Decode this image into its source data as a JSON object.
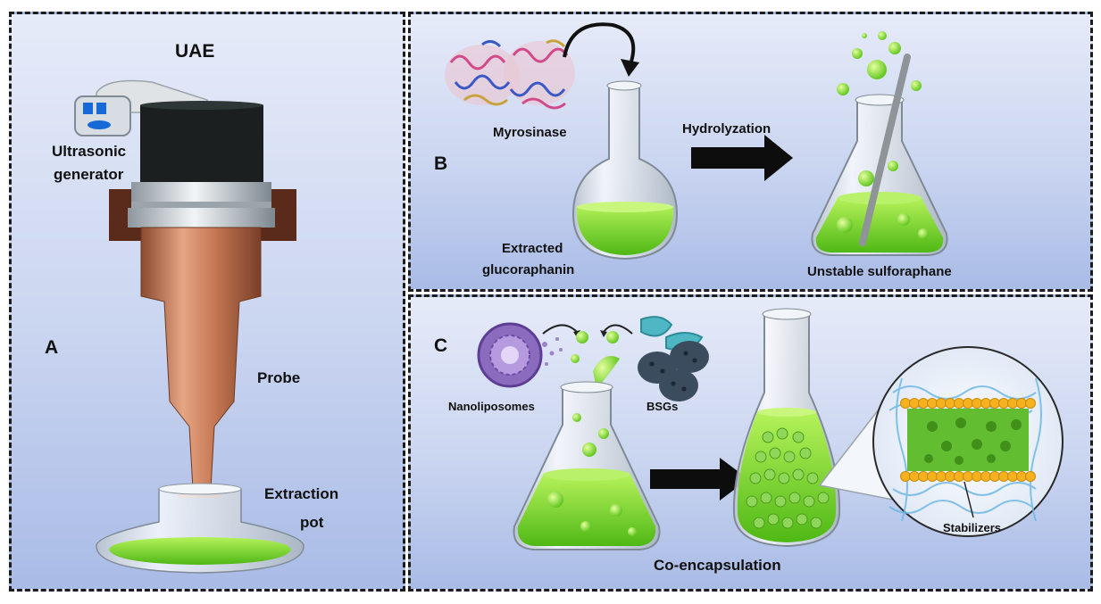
{
  "panel_a": {
    "letter": "A",
    "title": "UAE",
    "generator_label_line1": "Ultrasonic",
    "generator_label_line2": "generator",
    "probe_label": "Probe",
    "pot_label_line1": "Extraction",
    "pot_label_line2": "pot"
  },
  "panel_b": {
    "letter": "B",
    "enzyme_label": "Myrosinase",
    "arrow_label": "Hydrolyzation",
    "source_label_line1": "Extracted",
    "source_label_line2": "glucoraphanin",
    "product_label": "Unstable sulforaphane"
  },
  "panel_c": {
    "letter": "C",
    "carrier_label": "Nanoliposomes",
    "bsg_label": "BSGs",
    "process_label": "Co-encapsulation",
    "zoom_label": "Stabilizers"
  },
  "colors": {
    "liquid_green": "#7fdc2a",
    "copper": "#c77a55",
    "border": "#1c1c1c",
    "lipid_orange": "#f5b21e"
  }
}
